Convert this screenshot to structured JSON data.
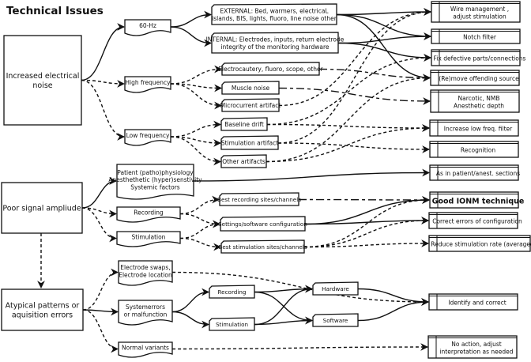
{
  "title": "Technical Issues",
  "roots": [
    {
      "id": "noise",
      "label": [
        "Increased electrical",
        "noise"
      ]
    },
    {
      "id": "amp",
      "label": [
        "Poor signal ampliude"
      ]
    },
    {
      "id": "atyp",
      "label": [
        "Atypical patterns or",
        "aquisition errors"
      ]
    }
  ],
  "categories": [
    {
      "id": "hz60",
      "label": [
        "60-Hz"
      ]
    },
    {
      "id": "hf",
      "label": [
        "High frequency"
      ]
    },
    {
      "id": "lf",
      "label": [
        "Low frequency"
      ]
    },
    {
      "id": "patient",
      "label": [
        "Patient (patho)physiology",
        "Anesthethetic (hyper)senstivity",
        "Systemic factors"
      ]
    },
    {
      "id": "rec",
      "label": [
        "Recording"
      ]
    },
    {
      "id": "stim",
      "label": [
        "Stimulation"
      ]
    },
    {
      "id": "eswap",
      "label": [
        "Electrode swaps,",
        "Electrode location"
      ]
    },
    {
      "id": "syserr",
      "label": [
        "Systemerrors",
        "or malfunction"
      ]
    },
    {
      "id": "normal",
      "label": [
        "Normal variants"
      ]
    }
  ],
  "causes": [
    {
      "id": "ext",
      "label": [
        "EXTERNAL: Bed, warmers, electricaL",
        "islands, BIS, lights, fluoro, line noise other"
      ]
    },
    {
      "id": "int",
      "label": [
        "INTERNAL: Electrodes, inputs, return electrode",
        "integrity of the monitoring hardware"
      ]
    },
    {
      "id": "ecaut",
      "label": [
        "Electrocautery, fluoro, scope, other"
      ]
    },
    {
      "id": "muscle",
      "label": [
        "Muscle noise"
      ]
    },
    {
      "id": "micro",
      "label": [
        "Microcurrent artifact"
      ]
    },
    {
      "id": "drift",
      "label": [
        "Baseline drift"
      ]
    },
    {
      "id": "stimart",
      "label": [
        "Stimulation artifact"
      ]
    },
    {
      "id": "otherart",
      "label": [
        "Other artifacts"
      ]
    },
    {
      "id": "bestrec",
      "label": [
        "Best recording sites/channels"
      ]
    },
    {
      "id": "settings",
      "label": [
        "Settings/software configuration"
      ]
    },
    {
      "id": "beststim",
      "label": [
        "Best stimulation sites/channels"
      ]
    },
    {
      "id": "rec2",
      "label": [
        "Recording"
      ]
    },
    {
      "id": "stim2",
      "label": [
        "Stimulation"
      ]
    },
    {
      "id": "hw",
      "label": [
        "Hardware"
      ]
    },
    {
      "id": "sw",
      "label": [
        "Software"
      ]
    }
  ],
  "actions": [
    {
      "id": "wire",
      "label": [
        "Wire management ,",
        "adjust stimulation"
      ]
    },
    {
      "id": "notch",
      "label": [
        "Notch filter"
      ]
    },
    {
      "id": "fix",
      "label": [
        "Fix defective parts/connections"
      ]
    },
    {
      "id": "remove",
      "label": [
        "(Re)move offending source"
      ]
    },
    {
      "id": "narc",
      "label": [
        "Narcotic, NMB",
        "Anesthetic depth"
      ]
    },
    {
      "id": "lowf",
      "label": [
        "Increase low freq. filter"
      ]
    },
    {
      "id": "recog",
      "label": [
        "Recognition"
      ]
    },
    {
      "id": "asin",
      "label": [
        "As in patient/anest. sections"
      ]
    },
    {
      "id": "good",
      "label": [
        "Good IONM technique"
      ]
    },
    {
      "id": "correct",
      "label": [
        "Correct errors of configuration"
      ]
    },
    {
      "id": "reduce",
      "label": [
        "Reduce stimulation rate (averaged)"
      ]
    },
    {
      "id": "ident",
      "label": [
        "Identify and correct"
      ]
    },
    {
      "id": "noact",
      "label": [
        "No action, adjust",
        "interpretation as needed"
      ]
    }
  ]
}
